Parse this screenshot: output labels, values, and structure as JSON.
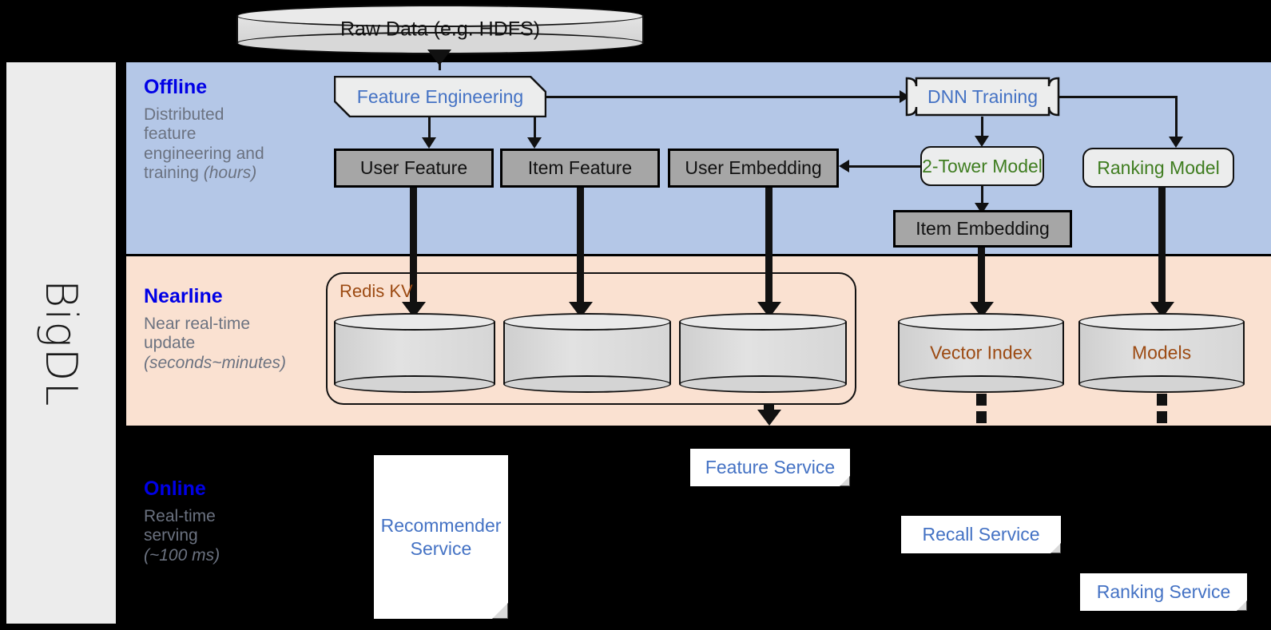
{
  "sidebar": {
    "label": "BigDL"
  },
  "source": {
    "raw_data_label": "Raw Data (e.g. HDFS)"
  },
  "bands": {
    "offline": {
      "title": "Offline",
      "subtitle_line1": "Distributed",
      "subtitle_line2": "feature",
      "subtitle_line3": "engineering and",
      "subtitle_line4": "training ",
      "subtitle_italic": "(hours)"
    },
    "nearline": {
      "title": "Nearline",
      "subtitle_line1": "Near real-time",
      "subtitle_line2": "update",
      "subtitle_italic": "(seconds~minutes)"
    },
    "online": {
      "title": "Online",
      "subtitle_line1": "Real-time",
      "subtitle_line2": "serving",
      "subtitle_italic": "(~100 ms)"
    }
  },
  "offline_nodes": {
    "feature_engineering": "Feature Engineering",
    "dnn_training": "DNN Training",
    "user_feature": "User Feature",
    "item_feature": "Item Feature",
    "user_embedding": "User Embedding",
    "two_tower_model": "2-Tower Model",
    "ranking_model": "Ranking Model",
    "item_embedding": "Item Embedding"
  },
  "nearline_nodes": {
    "redis_kv": "Redis KV",
    "store_1": "",
    "store_2": "",
    "store_3": "",
    "vector_index": "Vector Index",
    "models": "Models"
  },
  "online_nodes": {
    "recommender_service": "Recommender Service",
    "feature_service": "Feature Service",
    "recall_service": "Recall Service",
    "ranking_service": "Ranking Service"
  },
  "colors": {
    "offline_band": "#b4c7e7",
    "nearline_band": "#fae1d1",
    "online_band": "#000000",
    "band_title": "#0000e6",
    "band_subtitle": "#6b7280",
    "blue_text": "#4472c4",
    "green_text": "#3f7d20",
    "brown_text": "#9c4a12",
    "gray_box": "#a6a6a6",
    "sidebar": "#ececec"
  }
}
